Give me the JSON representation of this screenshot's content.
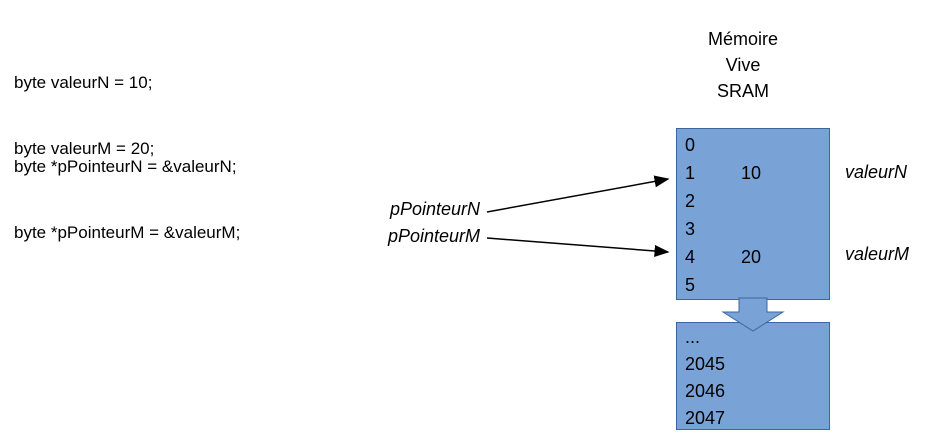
{
  "code": {
    "block1": [
      "byte valeurN = 10;",
      "byte valeurM = 20;"
    ],
    "block2": [
      "byte *pPointeurN = &valeurN;",
      "byte *pPointeurM = &valeurM;"
    ]
  },
  "title": {
    "lines": [
      "Mémoire",
      "Vive",
      "SRAM"
    ]
  },
  "memory_box1": {
    "rows": [
      {
        "addr": "0",
        "value": ""
      },
      {
        "addr": "1",
        "value": "10"
      },
      {
        "addr": "2",
        "value": ""
      },
      {
        "addr": "3",
        "value": ""
      },
      {
        "addr": "4",
        "value": "20"
      },
      {
        "addr": "5",
        "value": ""
      }
    ]
  },
  "memory_box2": {
    "rows": [
      "...",
      "2045",
      "2046",
      "2047"
    ]
  },
  "pointer_labels": {
    "n": "pPointeurN",
    "m": "pPointeurM"
  },
  "variable_labels": {
    "n": "valeurN",
    "m": "valeurM"
  },
  "colors": {
    "box_fill": "#79a3d7",
    "box_border": "#3b679c",
    "arrow_color": "#000000"
  }
}
